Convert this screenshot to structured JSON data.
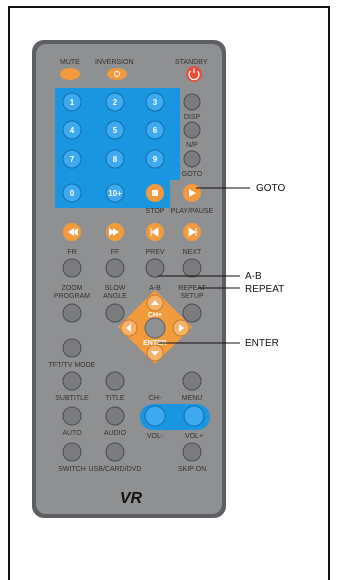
{
  "colors": {
    "body": "#8f9092",
    "body_edge": "#5d5f62",
    "numpad": "#1a95e0",
    "orange": "#f39a3c",
    "gray_button": "#7b7c7e",
    "red": "#e44e3a"
  },
  "top_labels": {
    "mute": "MUTE",
    "inversion": "INVERSION",
    "standby": "STANDBY"
  },
  "numpad": [
    "1",
    "2",
    "3",
    "4",
    "5",
    "6",
    "7",
    "8",
    "9",
    "0",
    "10+"
  ],
  "side_labels": {
    "disp": "DISP",
    "np": "N/P",
    "goto": "GOTO"
  },
  "labels": {
    "stop": "STOP",
    "play_pause": "PLAY/PAUSE",
    "fr": "FR",
    "ff": "FF",
    "prev": "PREV",
    "next": "NEXT",
    "zoom": "ZOOM",
    "slow": "SLOW",
    "ab": "A-B",
    "repeat": "REPEAT",
    "program": "PROGRAM",
    "angle": "ANGLE",
    "setup": "SETUP",
    "tft_tv": "TFT/TV MODE",
    "subtitle": "SUBTITLE",
    "title": "TITLE",
    "menu": "MENU",
    "auto": "AUTO",
    "audio": "AUDIO",
    "switch": "SWITCH",
    "usb_card_dvd": "USB/CARD/DVD",
    "skip_on": "SKIP ON",
    "ch_up": "CH+",
    "ch_down": "CH-",
    "enter": "ENTER",
    "vol_down": "VOL-",
    "vol_up": "VOL+",
    "logo": "VR"
  },
  "callouts": {
    "goto": "GOTO",
    "ab": "A-B",
    "repeat": "REPEAT",
    "enter": "ENTER"
  }
}
